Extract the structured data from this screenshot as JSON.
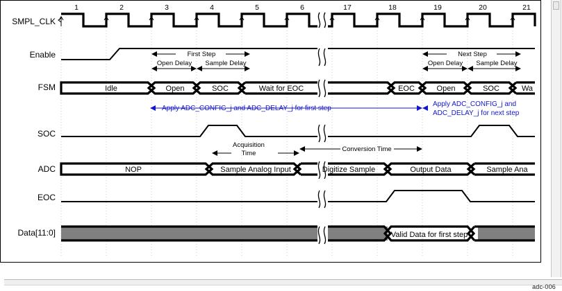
{
  "figure": {
    "id_tag": "adc-006",
    "kind": "timing-diagram",
    "title": "ADC SMPL_CLK / FSM / SOC / ADC / EOC / Data timing"
  },
  "signals": [
    {
      "name": "SMPL_CLK",
      "row": "clock"
    },
    {
      "name": "Enable",
      "row": "level"
    },
    {
      "name": "FSM",
      "row": "bus"
    },
    {
      "name": "SOC",
      "row": "pulse"
    },
    {
      "name": "ADC",
      "row": "bus"
    },
    {
      "name": "EOC",
      "row": "pulse"
    },
    {
      "name": "Data[11:0]",
      "row": "bus-shaded"
    }
  ],
  "clock": {
    "cycles_left": [
      "1",
      "2",
      "3",
      "4",
      "5",
      "6"
    ],
    "cycles_right": [
      "17",
      "18",
      "19",
      "20",
      "21"
    ],
    "break_marker": true
  },
  "fsm": {
    "states_left": [
      "Idle",
      "Open",
      "SOC",
      "Wait for EOC"
    ],
    "states_right": [
      "EOC",
      "Open",
      "SOC",
      "Wa"
    ]
  },
  "adc": {
    "states_left": [
      "NOP",
      "Sample Analog Input",
      "Digitize Sample"
    ],
    "states_right": [
      "Output Data",
      "Sample Ana"
    ]
  },
  "data_bus": {
    "valid_label": "Valid Data for first step"
  },
  "annotations": {
    "first_step": "First Step",
    "open_delay_1": "Open Delay",
    "sample_delay_1": "Sample Delay",
    "next_step": "Next Step",
    "open_delay_2": "Open Delay",
    "sample_delay_2": "Sample Delay",
    "acquisition_time_l1": "Acquisition",
    "acquisition_time_l2": "Time",
    "conversion_time": "Conversion Time",
    "apply_first_step": "Apply ADC_CONFIG_j and ADC_DELAY_j for first step",
    "apply_next_step_l1": "Apply ADC_CONFIG_j and",
    "apply_next_step_l2": "ADC_DELAY_j for next step"
  },
  "colors": {
    "annotation_blue": "#1515cf",
    "bus_shade": "#808080",
    "waveform": "#000000",
    "gridline": "#b9b9b9"
  }
}
